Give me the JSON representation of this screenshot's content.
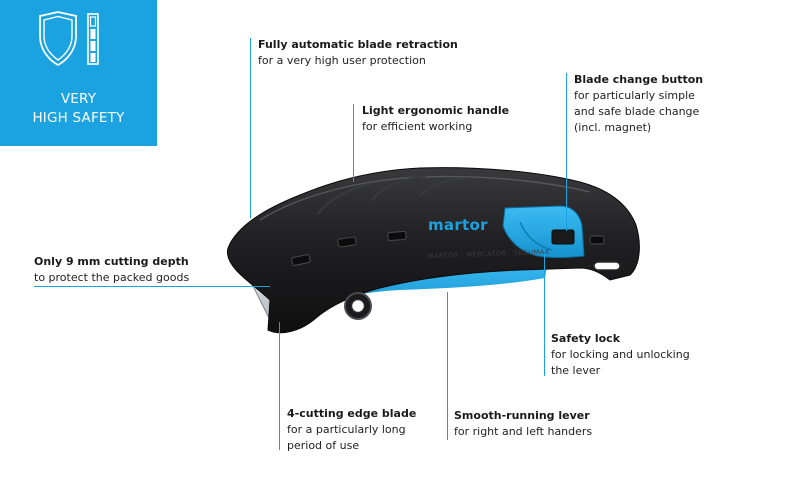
{
  "colors": {
    "accent": "#1aa3e0",
    "body": "#1c1c1e",
    "lever": "#22a9e4"
  },
  "badge": {
    "icon": "shield-level-icon",
    "line1": "VERY",
    "line2": "HIGH SAFETY"
  },
  "product": {
    "brand": "martor",
    "engraving": "MARTOR   MERCATOR   SECUMAX"
  },
  "callouts": {
    "retraction": {
      "title": "Fully automatic blade retraction",
      "desc": [
        "for a very high user protection"
      ]
    },
    "handle": {
      "title": "Light ergonomic handle",
      "desc": [
        "for efficient working"
      ]
    },
    "blade_change": {
      "title": "Blade change button",
      "desc": [
        "for particularly simple",
        "and safe blade change",
        "(incl. magnet)"
      ]
    },
    "depth": {
      "title": "Only 9 mm cutting depth",
      "desc": [
        "to protect the packed goods"
      ]
    },
    "safety_lock": {
      "title": "Safety lock",
      "desc": [
        "for locking and unlocking",
        "the lever"
      ]
    },
    "blade": {
      "title": "4-cutting edge blade",
      "desc": [
        "for a particularly long",
        "period of use"
      ]
    },
    "lever": {
      "title": "Smooth-running lever",
      "desc": [
        "for right and left handers"
      ]
    }
  }
}
